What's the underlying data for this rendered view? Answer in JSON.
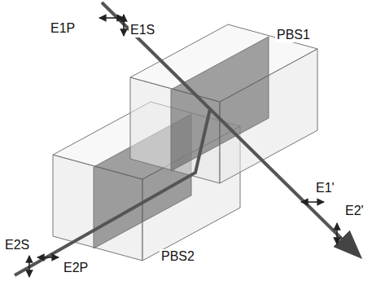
{
  "diagram": {
    "labels": [
      "E1P",
      "E1S",
      "PBS1",
      "E1'",
      "E2'",
      "E2S",
      "E2P",
      "PBS2"
    ]
  }
}
